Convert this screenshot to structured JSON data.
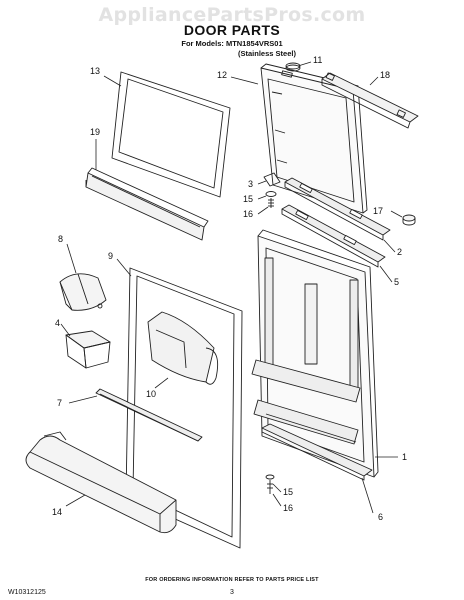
{
  "watermark": "AppliancePartsPros.com",
  "header": {
    "title": "DOOR PARTS",
    "models_line": "For Models: MTN1854VRS01",
    "finish_line": "(Stainless Steel)"
  },
  "callouts": {
    "c1": "1",
    "c2": "2",
    "c3": "3",
    "c4": "4",
    "c5": "5",
    "c6": "6",
    "c7": "7",
    "c8": "8",
    "c9": "9",
    "c10": "10",
    "c11": "11",
    "c12": "12",
    "c13": "13",
    "c14": "14",
    "c15a": "15",
    "c15b": "15",
    "c16a": "16",
    "c16b": "16",
    "c17": "17",
    "c18": "18",
    "c19": "19"
  },
  "footer": {
    "note": "FOR ORDERING INFORMATION REFER TO PARTS PRICE LIST",
    "code": "W10312125",
    "page": "3"
  }
}
